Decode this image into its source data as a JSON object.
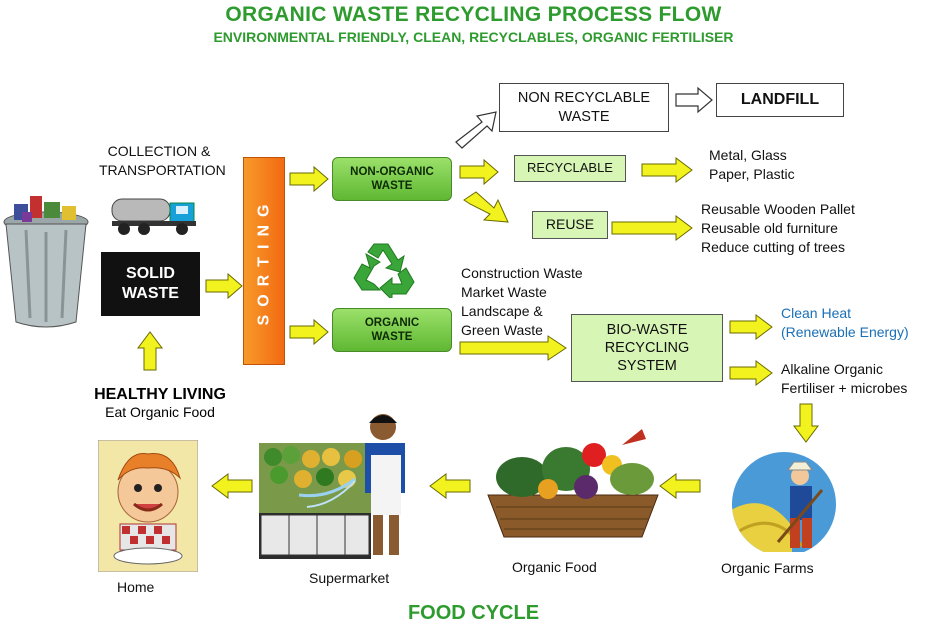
{
  "header": {
    "title": "ORGANIC WASTE RECYCLING PROCESS FLOW",
    "subtitle": "ENVIRONMENTAL FRIENDLY, CLEAN, RECYCLABLES, ORGANIC FERTILISER"
  },
  "collection": {
    "line1": "COLLECTION &",
    "line2": "TRANSPORTATION"
  },
  "solid_waste": {
    "line1": "SOLID",
    "line2": "WASTE"
  },
  "sorting": "SORTING",
  "non_organic": {
    "line1": "NON-ORGANIC",
    "line2": "WASTE"
  },
  "organic": {
    "line1": "ORGANIC",
    "line2": "WASTE"
  },
  "non_recyclable": {
    "line1": "NON RECYCLABLE",
    "line2": "WASTE"
  },
  "landfill": "LANDFILL",
  "recyclable": "RECYCLABLE",
  "recyclable_items": {
    "line1": "Metal, Glass",
    "line2": "Paper, Plastic"
  },
  "reuse": "REUSE",
  "reuse_items": {
    "line1": "Reusable Wooden Pallet",
    "line2": "Reusable old furniture",
    "line3": "Reduce cutting of trees"
  },
  "organic_sources": {
    "line1": "Construction Waste",
    "line2": "Market Waste",
    "line3": "Landscape &",
    "line4": "Green Waste"
  },
  "bio_waste": {
    "line1": "BIO-WASTE",
    "line2": "RECYCLING",
    "line3": "SYSTEM"
  },
  "clean_heat": {
    "line1": "Clean Heat",
    "line2": "(Renewable Energy)"
  },
  "fertiliser": {
    "line1": "Alkaline Organic",
    "line2": "Fertiliser + microbes"
  },
  "healthy": {
    "line1": "HEALTHY LIVING",
    "line2": "Eat Organic Food"
  },
  "labels": {
    "home": "Home",
    "supermarket": "Supermarket",
    "organic_food": "Organic Food",
    "organic_farms": "Organic Farms"
  },
  "footer": "FOOD CYCLE",
  "colors": {
    "title_green": "#2e9b2e",
    "arrow_yellow": "#f2f21e",
    "sorting_orange": "#f27d18",
    "pill_green": "#6cc23a",
    "blue_text": "#1a6fb5"
  },
  "icons": [
    "trash-can-icon",
    "truck-icon",
    "recycle-icon",
    "child-eating-icon",
    "supermarket-vendor-icon",
    "vegetable-basket-icon",
    "farmer-icon"
  ]
}
